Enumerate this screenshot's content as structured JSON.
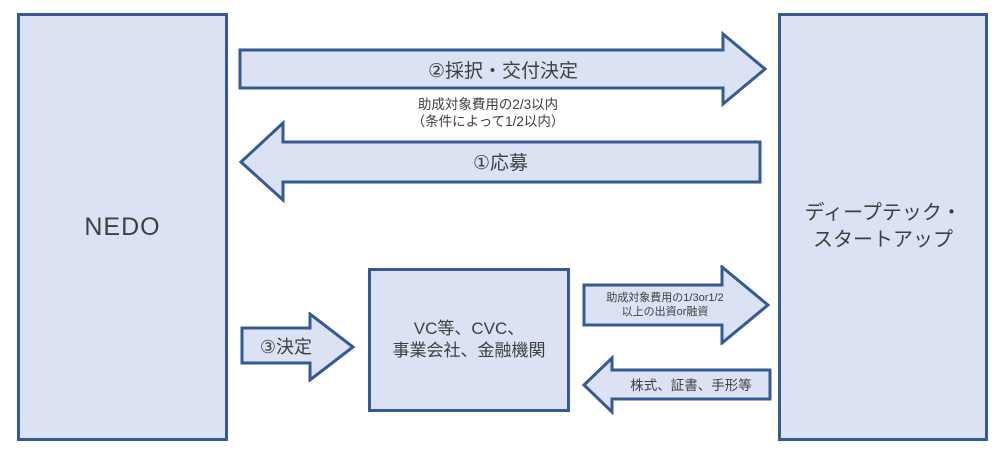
{
  "colors": {
    "background": "#ffffff",
    "box_fill": "#dae2f3",
    "box_border": "#365a93",
    "text": "#3f3f3f"
  },
  "nodes": {
    "nedo": {
      "label": "NEDO"
    },
    "startup": {
      "line1": "ディープテック・",
      "line2": "スタートアップ"
    },
    "intermediaries": {
      "line1": "VC等、CVC、",
      "line2": "事業会社、金融機関"
    }
  },
  "arrows": {
    "adoption": {
      "label": "②採択・交付決定",
      "direction": "right"
    },
    "application": {
      "label": "①応募",
      "direction": "left"
    },
    "decision": {
      "label": "③決定",
      "direction": "right"
    },
    "investment": {
      "line1": "助成対象費用の1/3or1/2",
      "line2": "以上の出資or融資",
      "direction": "right"
    },
    "securities": {
      "label": "株式、証書、手形等",
      "direction": "left"
    }
  },
  "notes": {
    "subsidy": {
      "line1": "助成対象費用の2/3以内",
      "line2": "（条件によって1/2以内）"
    }
  }
}
